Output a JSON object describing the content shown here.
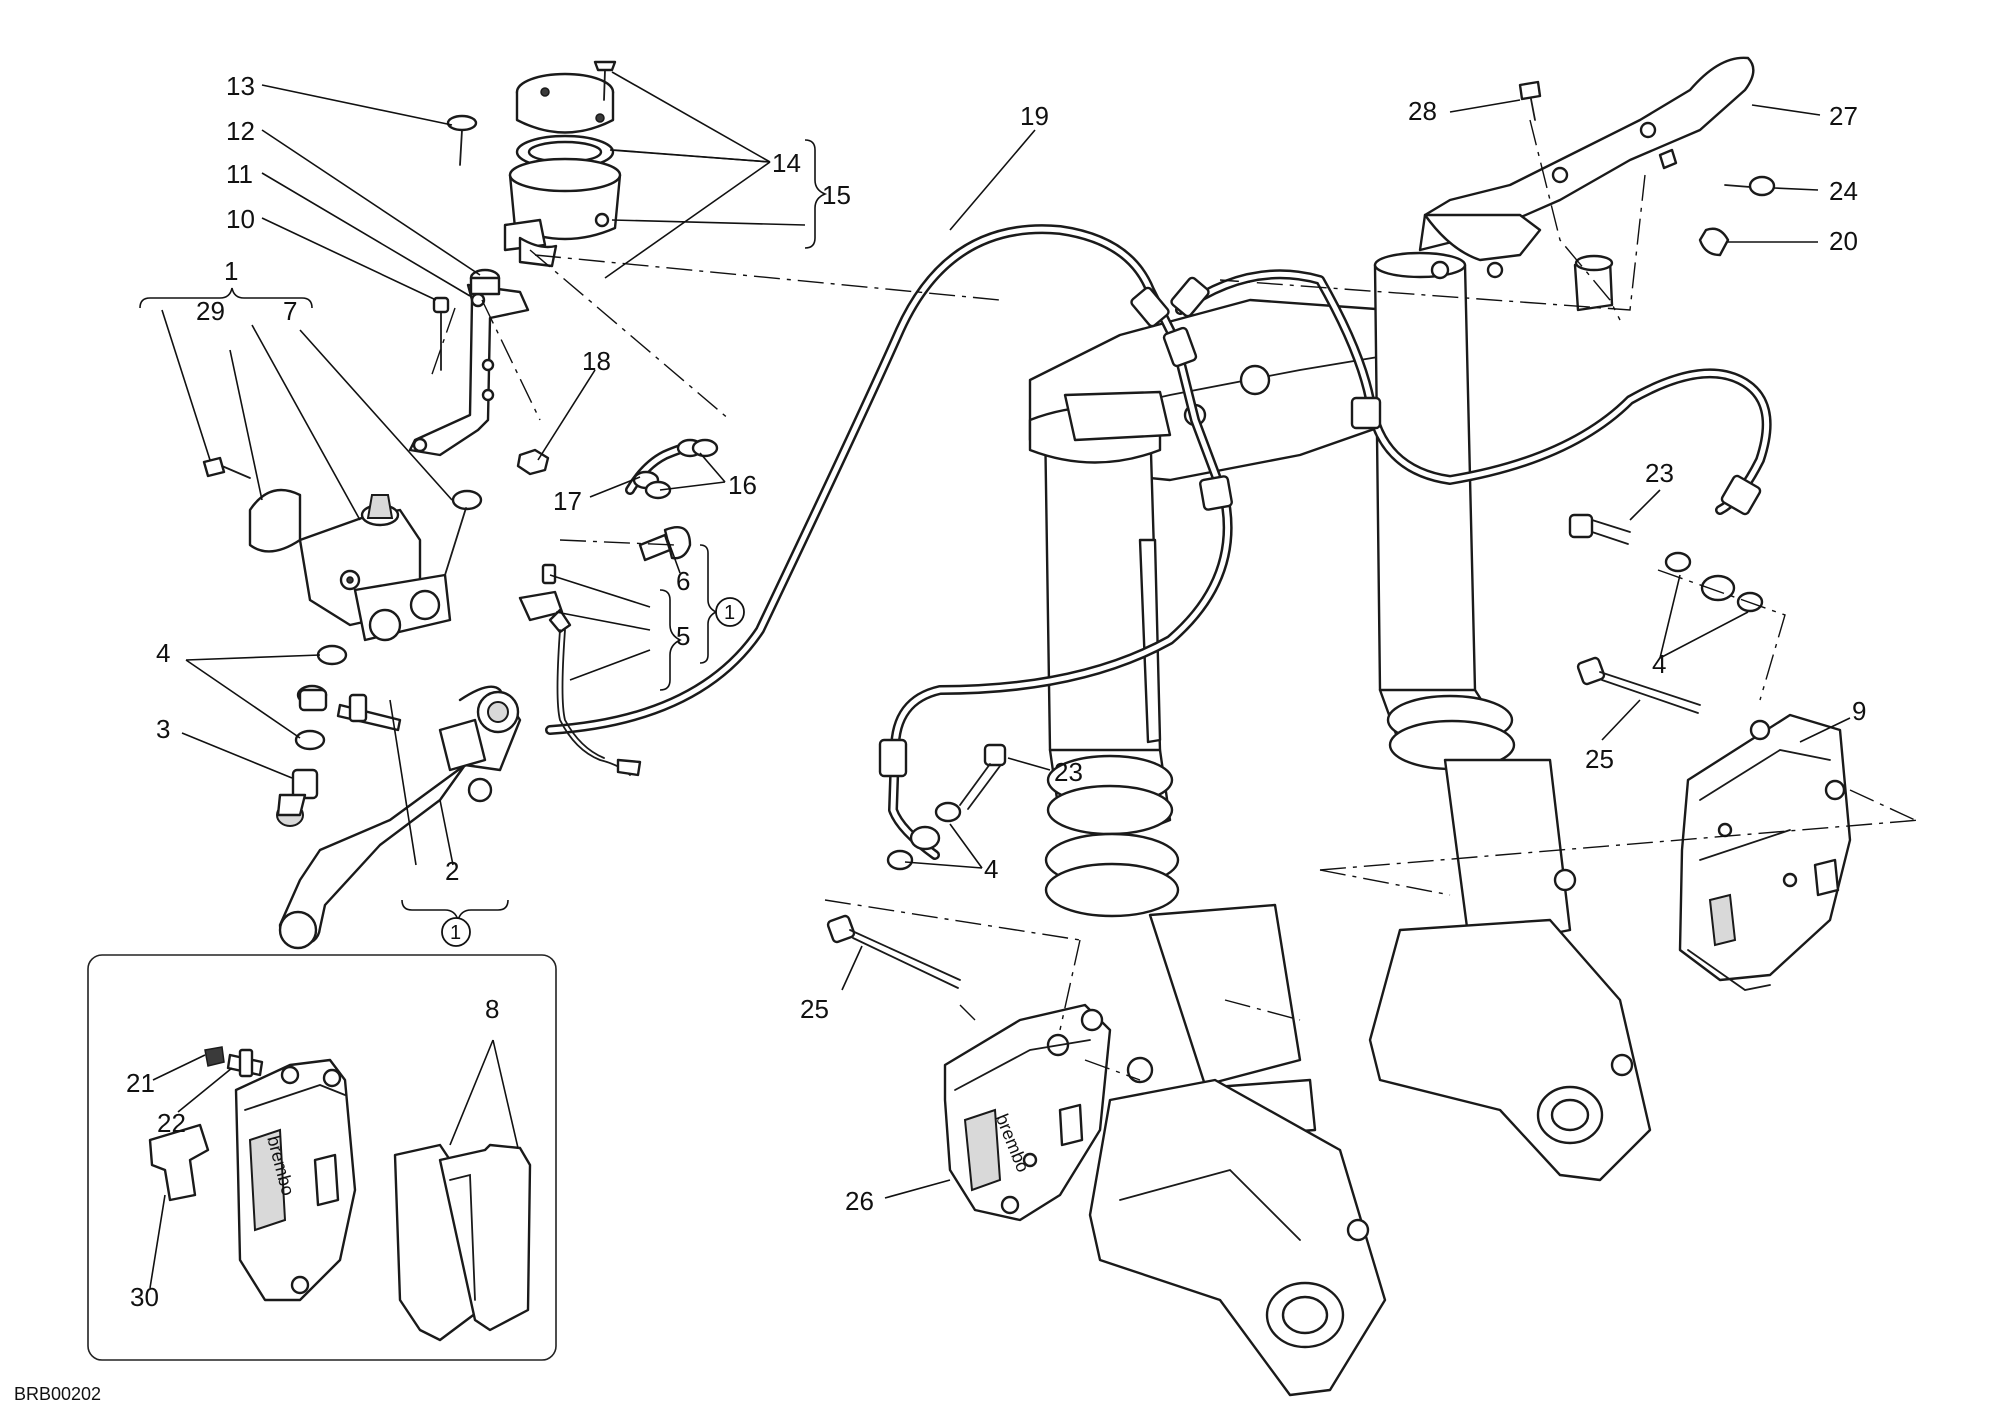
{
  "diagram": {
    "drawing_code": "BRB00202",
    "callouts": {
      "c1": "1",
      "c2": "2",
      "c3": "3",
      "c4a": "4",
      "c4b": "4",
      "c4c": "4",
      "c5": "5",
      "c6": "6",
      "c7": "7",
      "c8": "8",
      "c9": "9",
      "c10": "10",
      "c11": "11",
      "c12": "12",
      "c13": "13",
      "c14": "14",
      "c15": "15",
      "c16": "16",
      "c17": "17",
      "c18": "18",
      "c19": "19",
      "c20": "20",
      "c21": "21",
      "c22": "22",
      "c23a": "23",
      "c23b": "23",
      "c24": "24",
      "c25a": "25",
      "c25b": "25",
      "c26": "26",
      "c27": "27",
      "c28": "28",
      "c29": "29",
      "c30": "30"
    },
    "group_markers": {
      "m1": "1",
      "m2": "1"
    }
  }
}
